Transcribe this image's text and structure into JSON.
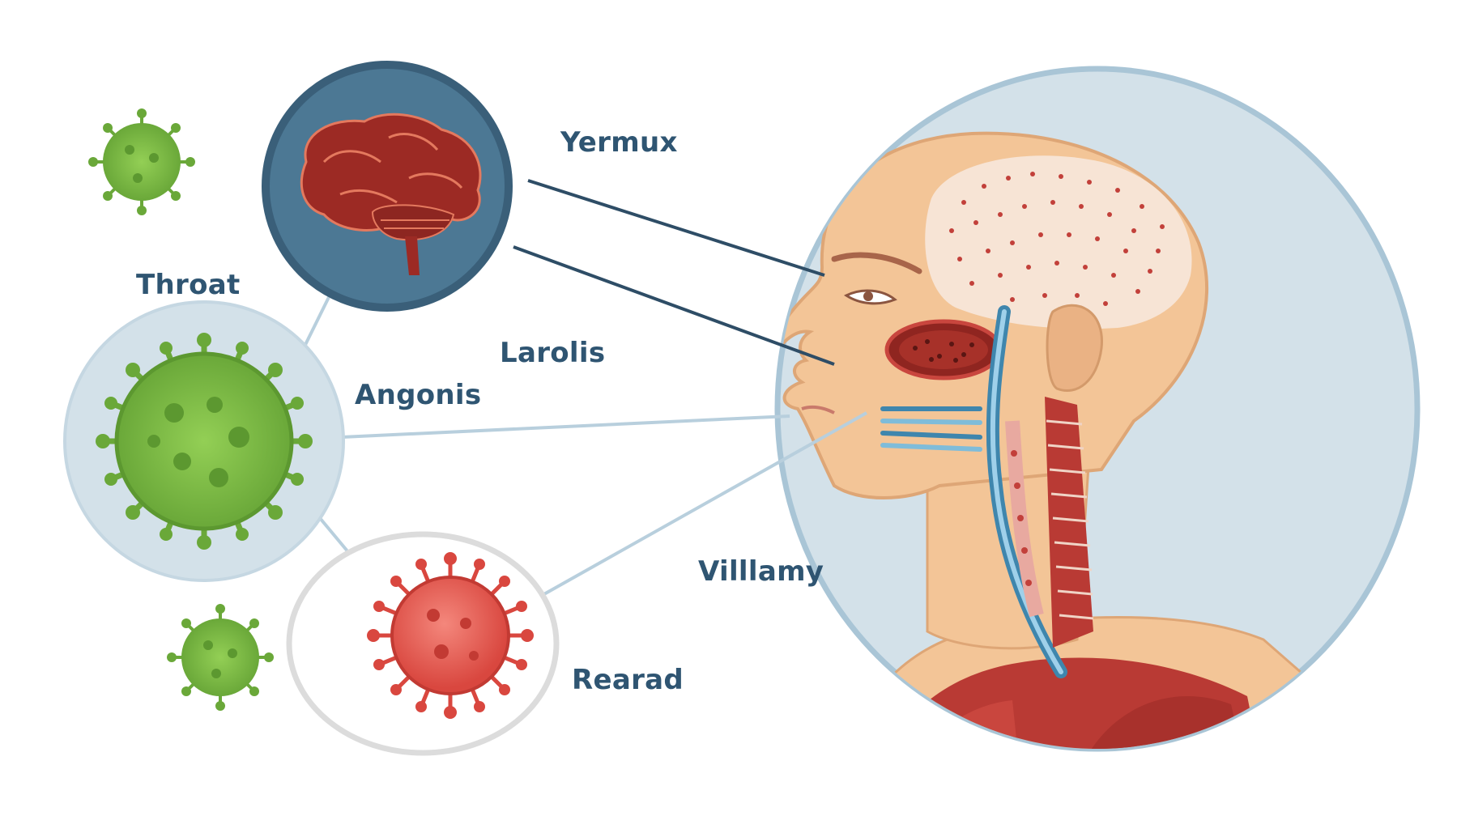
{
  "labels": {
    "yermux": "Yermux",
    "throat": "Throat",
    "larolis": "Larolis",
    "angonis": "Angonis",
    "villamy": "Villlamy",
    "rearad": "Rearad"
  },
  "colors": {
    "panel_fill": "#d3e1e9",
    "panel_border": "#a9c5d6",
    "brain_circle": "#4c7894",
    "brain_ring": "#3a5f79",
    "skin": "#f3c597",
    "skin_outline": "#dea676",
    "muscle": "#b93a34",
    "virus_green": "#7ab843",
    "virus_red": "#e05a52",
    "label_text": "#2f5572",
    "connector": "#b8cfdd",
    "connector_dark": "#2e4d66"
  },
  "icons": {
    "brain": "brain-icon",
    "green_virus": "virus-icon",
    "red_virus": "red-virus-icon"
  }
}
